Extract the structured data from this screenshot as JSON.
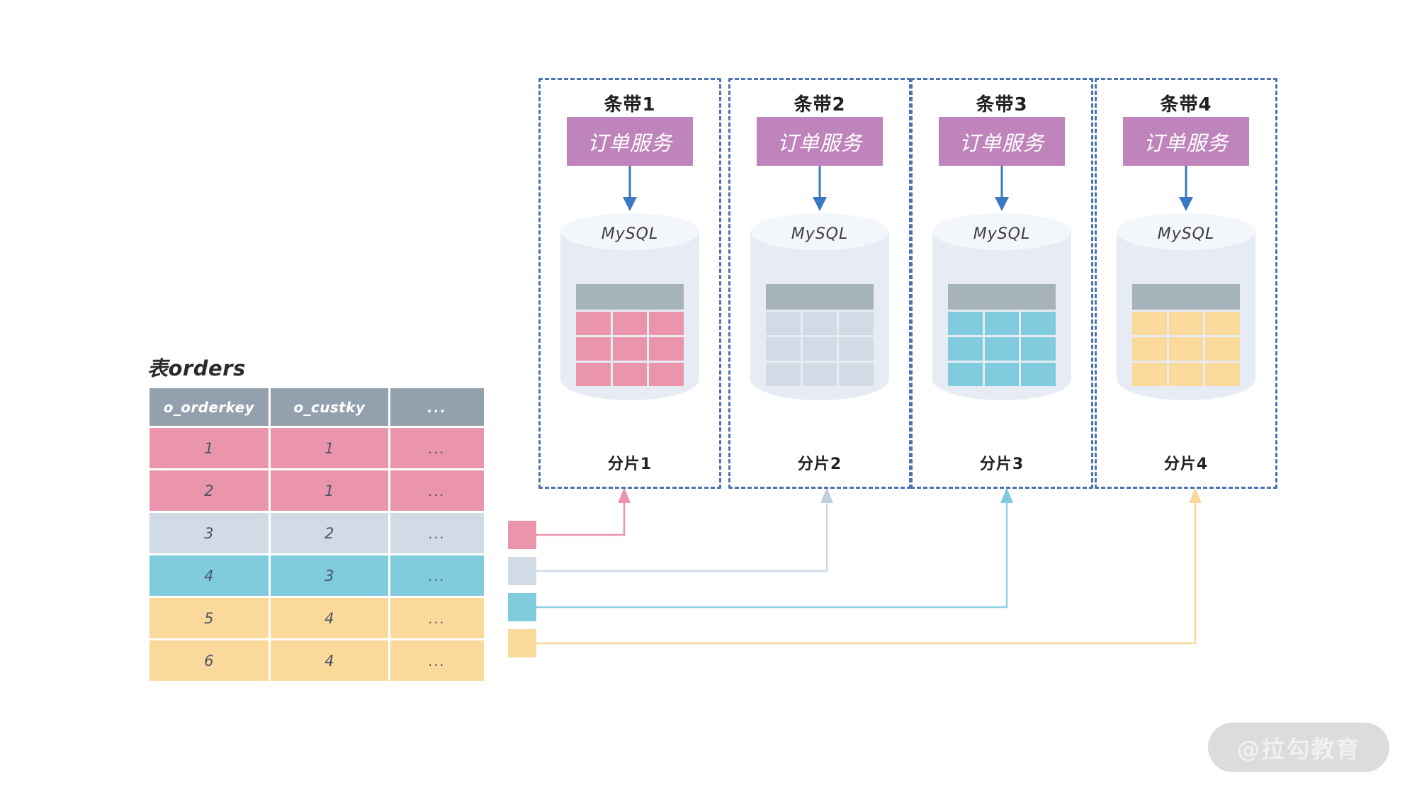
{
  "table": {
    "title": "表orders",
    "headers": [
      "o_orderkey",
      "o_custky",
      "..."
    ],
    "rows": [
      {
        "o_orderkey": "1",
        "o_custky": "1",
        "more": "...",
        "color": "pink"
      },
      {
        "o_orderkey": "2",
        "o_custky": "1",
        "more": "...",
        "color": "pink"
      },
      {
        "o_orderkey": "3",
        "o_custky": "2",
        "more": "...",
        "color": "blue"
      },
      {
        "o_orderkey": "4",
        "o_custky": "3",
        "more": "...",
        "color": "cyan"
      },
      {
        "o_orderkey": "5",
        "o_custky": "4",
        "more": "...",
        "color": "amber"
      },
      {
        "o_orderkey": "6",
        "o_custky": "4",
        "more": "...",
        "color": "amber"
      }
    ]
  },
  "legend": [
    {
      "name": "swatch-pink",
      "color": "#eb95ad",
      "target": "分片1"
    },
    {
      "name": "swatch-blue",
      "color": "#d0dbe6",
      "target": "分片2"
    },
    {
      "name": "swatch-cyan",
      "color": "#80cbdd",
      "target": "分片3"
    },
    {
      "name": "swatch-amber",
      "color": "#fbd99b",
      "target": "分片4"
    }
  ],
  "stripes": [
    {
      "title": "条带1",
      "service": "订单服务",
      "db": "MySQL",
      "shard": "分片1",
      "data_color": "#eb95ad"
    },
    {
      "title": "条带2",
      "service": "订单服务",
      "db": "MySQL",
      "shard": "分片2",
      "data_color": "#d0dbe6"
    },
    {
      "title": "条带3",
      "service": "订单服务",
      "db": "MySQL",
      "shard": "分片3",
      "data_color": "#80cbdd"
    },
    {
      "title": "条带4",
      "service": "订单服务",
      "db": "MySQL",
      "shard": "分片4",
      "data_color": "#fbd99b"
    }
  ],
  "watermark": "@拉勾教育",
  "colors": {
    "panel_border": "#4d71b5",
    "service_box": "#bf84bb",
    "arrow_blue": "#3b77c2",
    "table_header": "#93a1af",
    "mini_header": "#a7b3bb",
    "cylinder": "#e7ecf4"
  }
}
